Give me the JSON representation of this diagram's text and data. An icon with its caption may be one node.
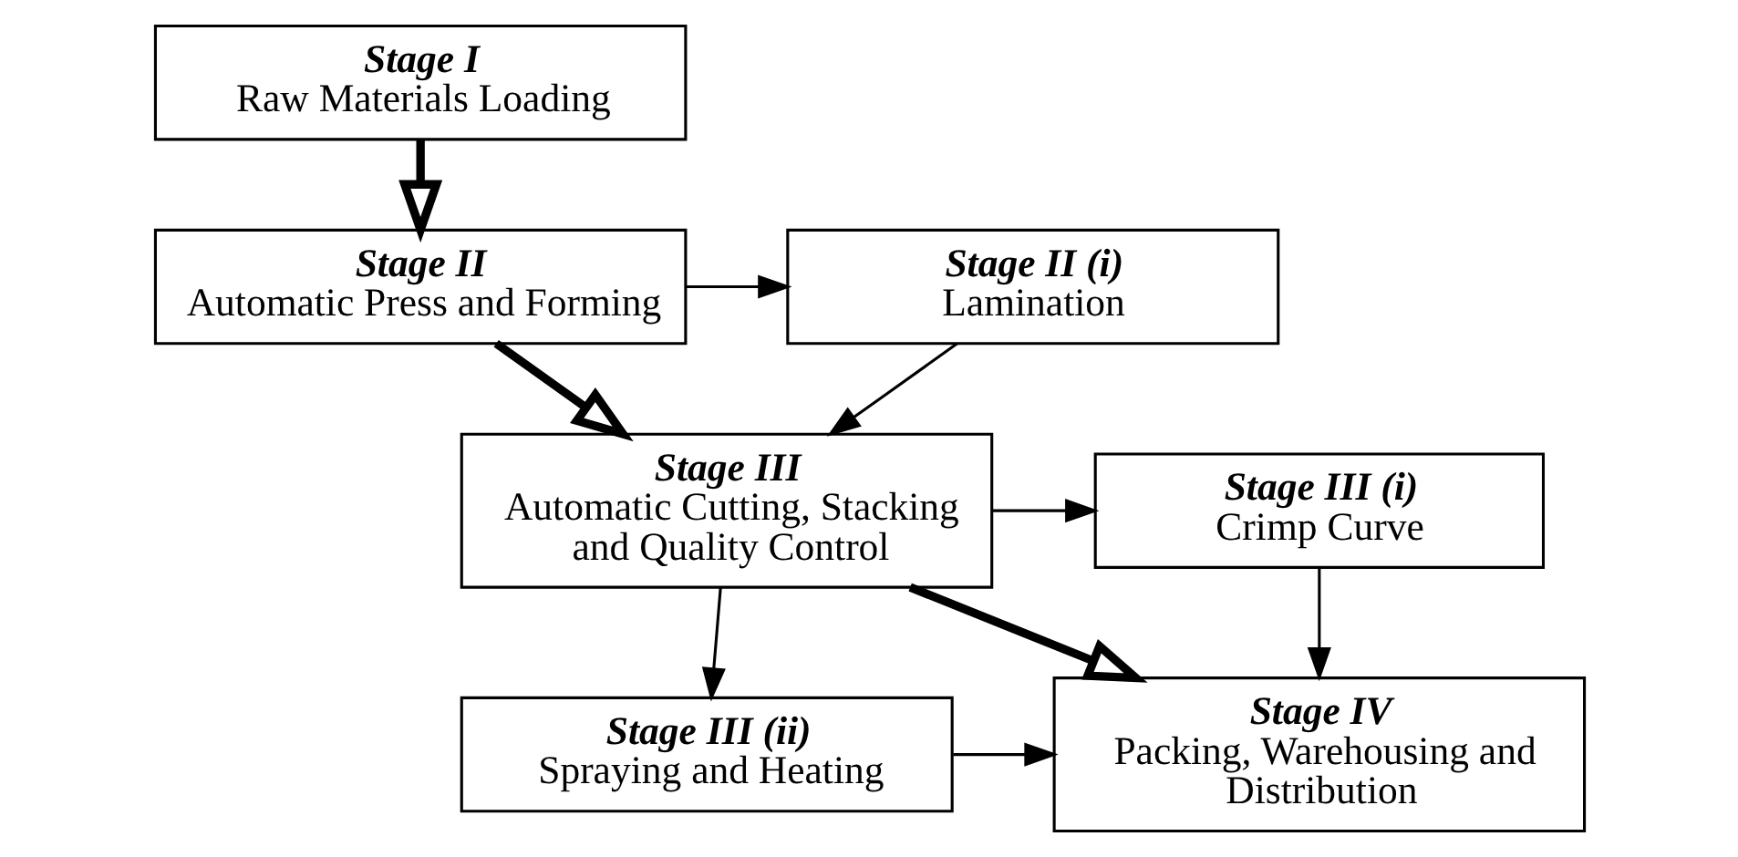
{
  "diagram": {
    "nodes": [
      {
        "text": [
          "Stage I",
          "Raw Materials Loading"
        ]
      },
      {
        "text": [
          "Stage II",
          "Automatic Press and Forming"
        ]
      },
      {
        "text": [
          "Stage II (i)",
          "Lamination"
        ]
      },
      {
        "text": [
          "Stage III (i)",
          "Crimp Curve"
        ]
      },
      {
        "text": [
          "Stage III",
          "Automatic Cutting, Stacking and Quality Control"
        ]
      },
      {
        "text": [
          "Stage IV",
          "Packing, Warehousing and Distribution"
        ]
      },
      {
        "text": [
          "Stage III (ii)",
          "Spraying and Heating"
        ]
      }
    ],
    "edges": [
      {
        "from": 0,
        "to": 1,
        "arrow": "to",
        "style": "thick"
      },
      {
        "from": 1,
        "to": 2,
        "arrow": "to"
      },
      {
        "from": 2,
        "to": 4,
        "arrow": "to"
      },
      {
        "from": 1,
        "to": 4,
        "arrow": "to",
        "style": "thick"
      },
      {
        "from": 4,
        "to": 3,
        "arrow": "to"
      },
      {
        "from": 4,
        "to": 6,
        "arrow": "to"
      },
      {
        "from": 4,
        "to": 5,
        "arrow": "to",
        "style": "thick"
      },
      {
        "from": 3,
        "to": 5,
        "arrow": "to"
      },
      {
        "from": 6,
        "to": 5,
        "arrow": "to"
      }
    ]
  }
}
